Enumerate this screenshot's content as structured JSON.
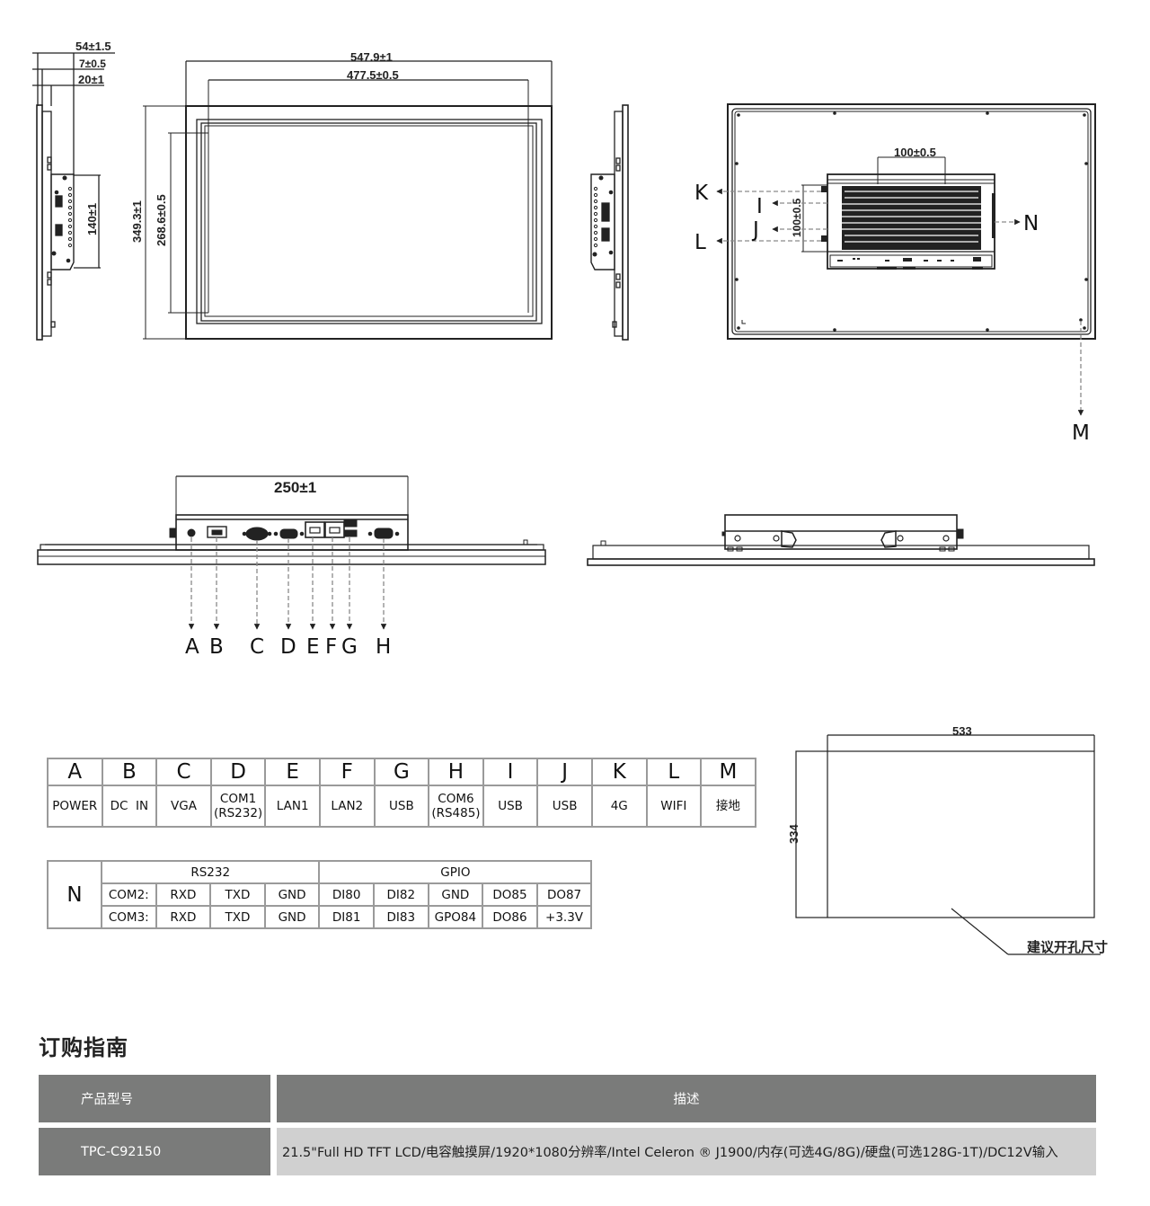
{
  "drawings": {
    "side_left": {
      "dims": [
        "54±1.5",
        "7±0.5",
        "20±1"
      ],
      "box_height": "140±1"
    },
    "front": {
      "outer_width": "547.9±1",
      "inner_width": "477.5±0.5",
      "outer_height": "349.3±1",
      "inner_height": "268.6±0.5"
    },
    "rear": {
      "vesa_h": "100±0.5",
      "vesa_v": "100±0.5",
      "callouts": [
        "K",
        "I",
        "J",
        "L",
        "N",
        "M"
      ]
    },
    "bottom": {
      "box_width": "250±1",
      "callouts": [
        "A",
        "B",
        "C",
        "D",
        "E",
        "F",
        "G",
        "H"
      ]
    },
    "cutout": {
      "width": "533",
      "height": "334",
      "note": "建议开孔尺寸"
    }
  },
  "ports_table": {
    "letters": [
      "A",
      "B",
      "C",
      "D",
      "E",
      "F",
      "G",
      "H",
      "I",
      "J",
      "K",
      "L",
      "M"
    ],
    "names": [
      [
        "POWER"
      ],
      [
        "DC  IN"
      ],
      [
        "VGA"
      ],
      [
        "COM1",
        "(RS232)"
      ],
      [
        "LAN1"
      ],
      [
        "LAN2"
      ],
      [
        "USB"
      ],
      [
        "COM6",
        "(RS485)"
      ],
      [
        "USB"
      ],
      [
        "USB"
      ],
      [
        "4G"
      ],
      [
        "WIFI"
      ],
      [
        "接地"
      ]
    ]
  },
  "n_table": {
    "letter": "N",
    "group_rs232": "RS232",
    "group_gpio": "GPIO",
    "rows": [
      [
        "COM2:",
        "RXD",
        "TXD",
        "GND",
        "DI80",
        "DI82",
        "GND",
        "DO85",
        "DO87"
      ],
      [
        "COM3:",
        "RXD",
        "TXD",
        "GND",
        "DI81",
        "DI83",
        "GPO84",
        "DO86",
        "+3.3V"
      ]
    ]
  },
  "ordering": {
    "title": "订购指南",
    "header_model": "产品型号",
    "header_desc": "描述",
    "model": "TPC-C92150",
    "description": "21.5\"Full HD TFT LCD/电容触摸屏/1920*1080分辨率/Intel Celeron ® J1900/内存(可选4G/8G)/硬盘(可选128G-1T)/DC12V输入"
  },
  "colors": {
    "line": "#222222",
    "table_border": "#9a9a9a",
    "header_bg": "#7a7b7a",
    "desc_bg": "#d0d0d0",
    "dash": "#8a8a8a"
  }
}
